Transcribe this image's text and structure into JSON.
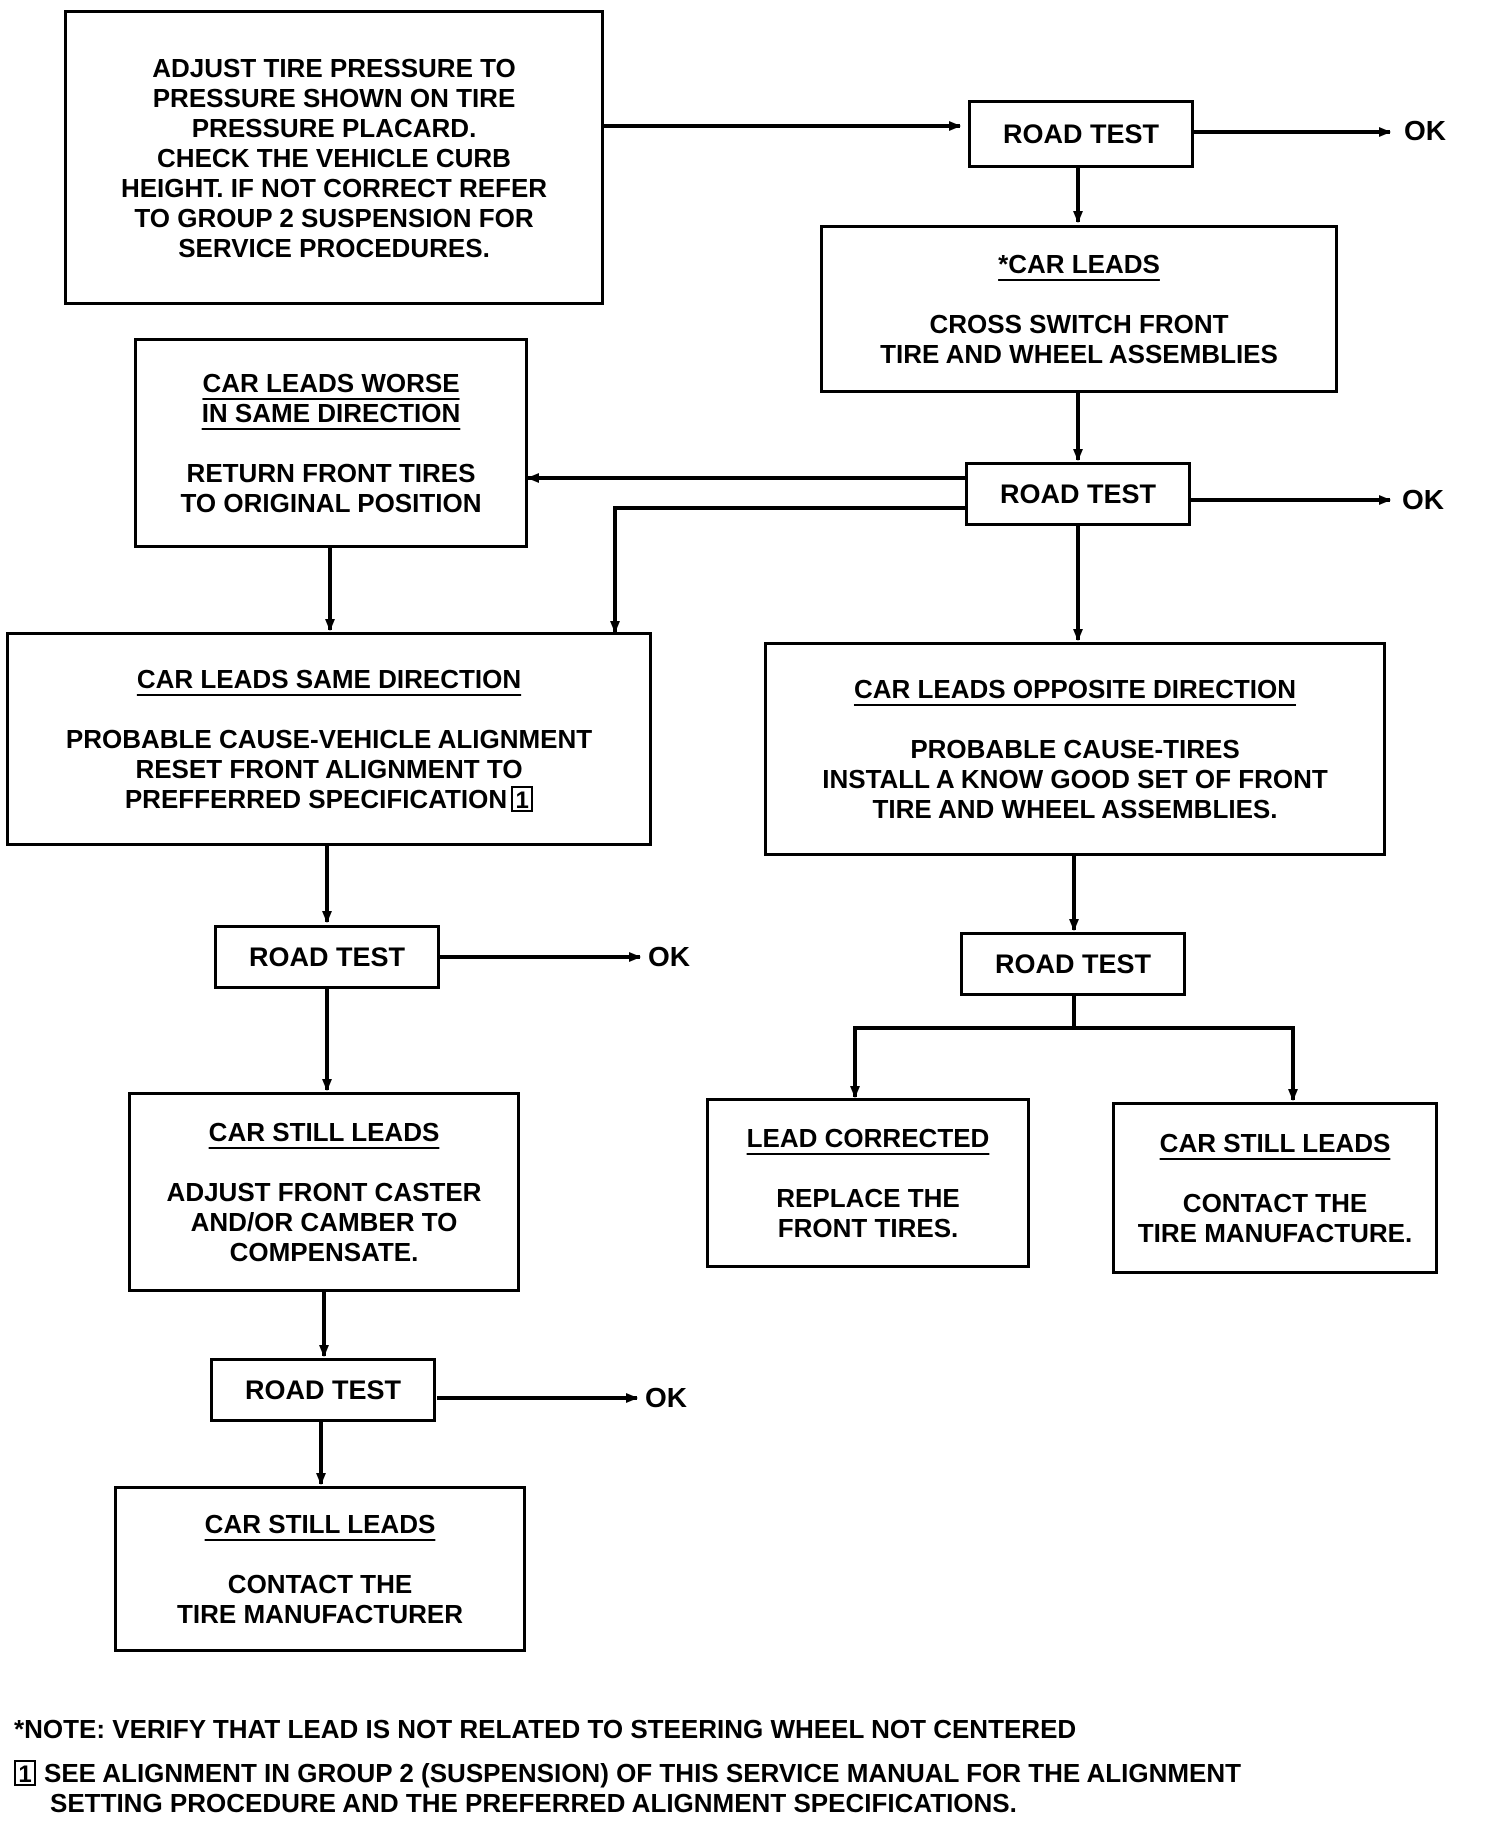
{
  "start": {
    "lines": [
      "ADJUST TIRE PRESSURE TO",
      "PRESSURE SHOWN ON TIRE",
      "PRESSURE PLACARD.",
      "CHECK THE VEHICLE CURB",
      "HEIGHT.  IF NOT CORRECT REFER",
      "TO GROUP 2 SUSPENSION FOR",
      "SERVICE PROCEDURES."
    ]
  },
  "road_test_1": "ROAD TEST",
  "car_leads": {
    "heading": "*CAR LEADS",
    "lines": [
      "CROSS SWITCH FRONT",
      "TIRE AND WHEEL ASSEMBLIES"
    ]
  },
  "road_test_2": "ROAD TEST",
  "worse": {
    "heading": [
      "CAR LEADS WORSE",
      "IN SAME DIRECTION"
    ],
    "lines": [
      "RETURN FRONT TIRES",
      "TO ORIGINAL POSITION"
    ]
  },
  "same_dir": {
    "heading": "CAR LEADS SAME DIRECTION",
    "lines": [
      "PROBABLE CAUSE-VEHICLE ALIGNMENT",
      "RESET FRONT ALIGNMENT TO",
      "PREFFERRED SPECIFICATION"
    ],
    "ref": "1"
  },
  "opp_dir": {
    "heading": "CAR LEADS OPPOSITE DIRECTION",
    "lines": [
      "PROBABLE CAUSE-TIRES",
      "INSTALL A KNOW GOOD SET OF FRONT",
      "TIRE AND WHEEL ASSEMBLIES."
    ]
  },
  "road_test_3": "ROAD TEST",
  "road_test_4": "ROAD TEST",
  "still_leads_1": {
    "heading": "CAR STILL LEADS",
    "lines": [
      "ADJUST FRONT CASTER",
      "AND/OR CAMBER TO",
      "COMPENSATE."
    ]
  },
  "lead_corrected": {
    "heading": "LEAD CORRECTED",
    "lines": [
      "REPLACE THE",
      "FRONT TIRES."
    ]
  },
  "still_leads_2": {
    "heading": "CAR STILL LEADS",
    "lines": [
      "CONTACT THE",
      "TIRE MANUFACTURE."
    ]
  },
  "road_test_5": "ROAD TEST",
  "still_leads_3": {
    "heading": "CAR STILL LEADS",
    "lines": [
      "CONTACT THE",
      "TIRE MANUFACTURER"
    ]
  },
  "ok_label": "OK",
  "notes": {
    "note1": "*NOTE:  VERIFY THAT LEAD IS NOT RELATED TO STEERING WHEEL NOT CENTERED",
    "note2_ref": "1",
    "note2_line1": "SEE ALIGNMENT IN GROUP 2 (SUSPENSION) OF THIS SERVICE MANUAL FOR THE ALIGNMENT",
    "note2_line2": "SETTING PROCEDURE AND THE PREFERRED ALIGNMENT SPECIFICATIONS."
  }
}
